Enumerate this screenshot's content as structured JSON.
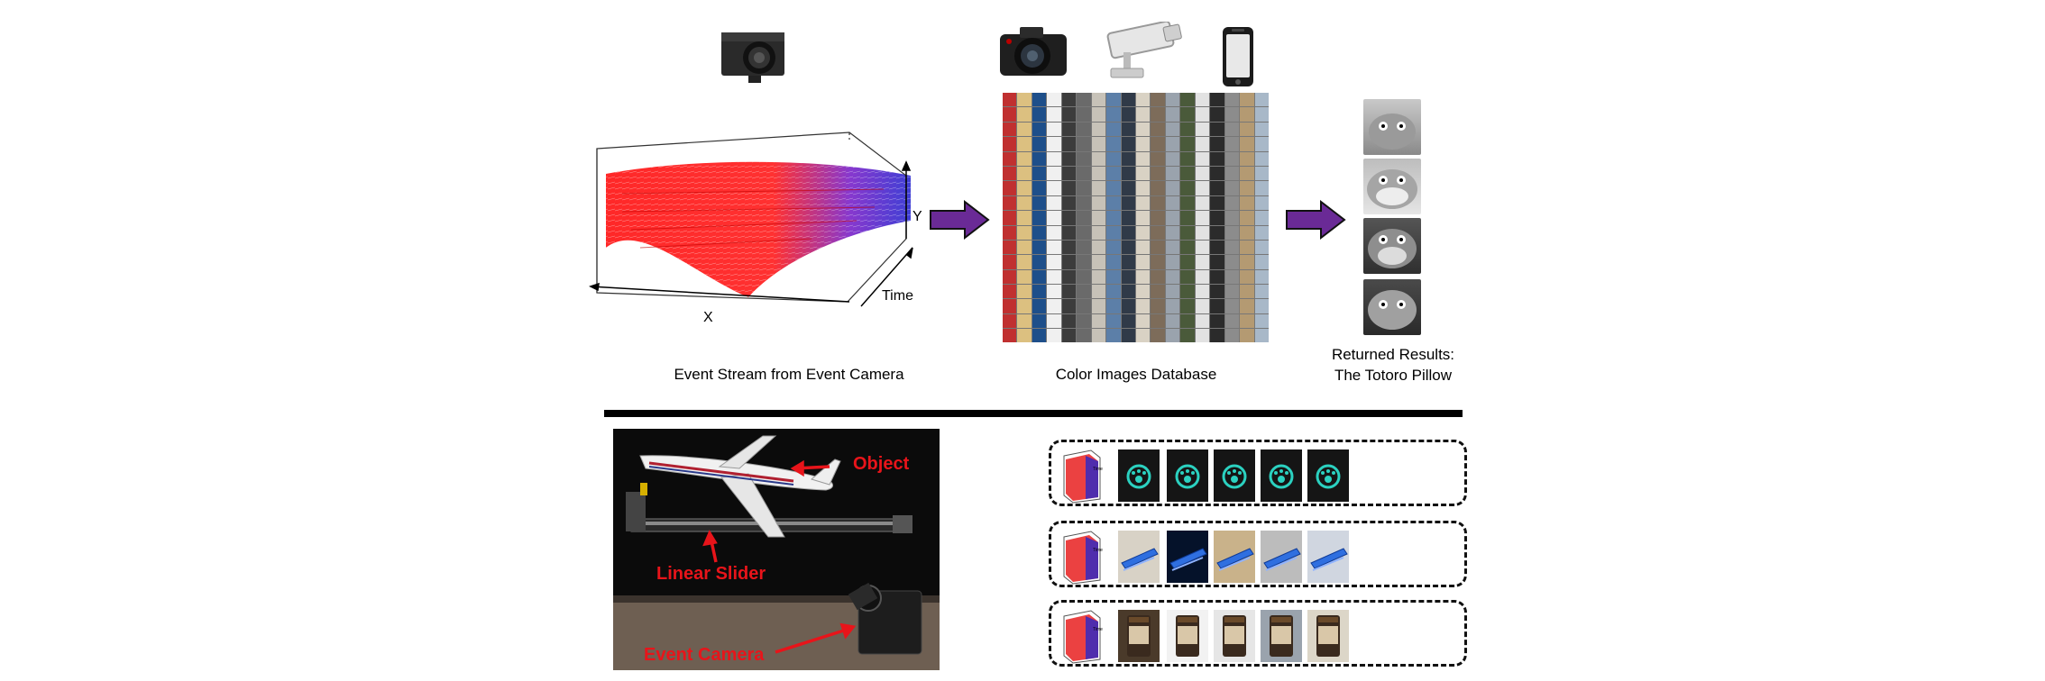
{
  "top": {
    "event_stream_caption": "Event Stream from Event Camera",
    "database_caption": "Color Images Database",
    "results_caption_line1": "Returned Results:",
    "results_caption_line2": "The Totoro Pillow",
    "axis_x": "X",
    "axis_y": "Y",
    "axis_time": "Time"
  },
  "setup_photo": {
    "label_object": "Object",
    "label_slider": "Linear Slider",
    "label_camera": "Event Camera"
  },
  "rows": [
    {
      "cube_axis_label": "Time",
      "theme": "pawprint"
    },
    {
      "cube_axis_label": "Time",
      "theme": "stapler"
    },
    {
      "cube_axis_label": "Time",
      "theme": "cup"
    }
  ],
  "colors": {
    "arrow_purple": "#6a2a96",
    "event_red": "#ff1010",
    "event_blue": "#2020d0",
    "label_red": "#e8141a"
  },
  "icons": [
    "event-camera-icon",
    "dslr-camera-icon",
    "cctv-camera-icon",
    "smartphone-icon"
  ]
}
